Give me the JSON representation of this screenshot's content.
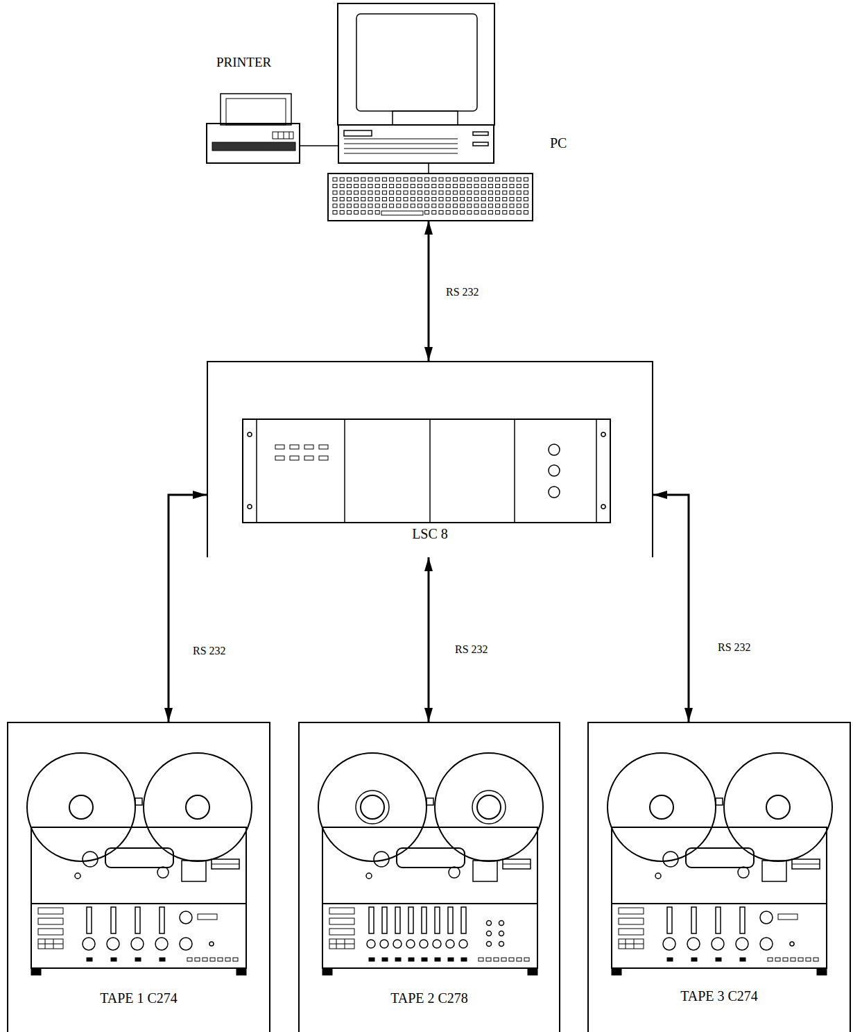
{
  "diagram": {
    "nodes": [
      {
        "text": [
          "PRINTER"
        ]
      },
      {
        "text": [
          "PC"
        ]
      },
      {
        "text": [
          "LSC 8"
        ]
      },
      {
        "text": [
          "TAPE 1  C274"
        ]
      },
      {
        "text": [
          "TAPE 2  C278"
        ]
      },
      {
        "text": [
          "TAPE 3  C274"
        ]
      }
    ],
    "edges": [
      {
        "from": 0,
        "to": 1,
        "arrow": "none"
      },
      {
        "from": 1,
        "to": 2,
        "label": "RS 232",
        "arrow": "both"
      },
      {
        "from": 2,
        "to": 3,
        "label": "RS 232",
        "arrow": "both"
      },
      {
        "from": 2,
        "to": 4,
        "label": "RS 232",
        "arrow": "both"
      },
      {
        "from": 2,
        "to": 5,
        "label": "RS 232",
        "arrow": "both"
      }
    ]
  }
}
